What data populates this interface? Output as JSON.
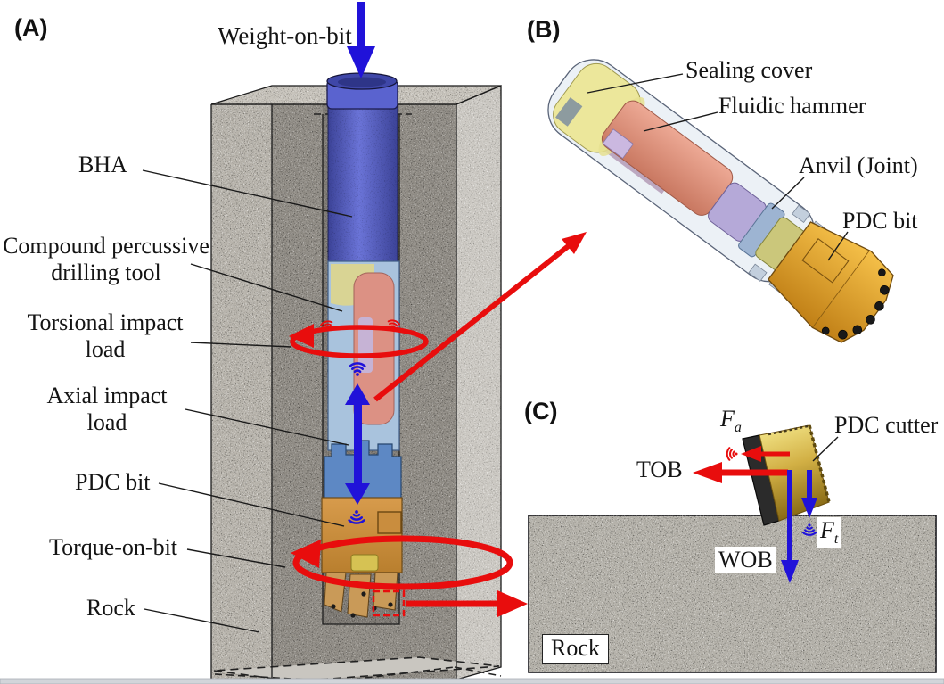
{
  "panel_a": {
    "letter": "(A)",
    "weight_on_bit": "Weight-on-bit",
    "bha": "BHA",
    "compound_line1": "Compound percussive",
    "compound_line2": "drilling tool",
    "torsional_line1": "Torsional impact",
    "torsional_line2": "load",
    "axial_line1": "Axial impact",
    "axial_line2": "load",
    "pdc_bit": "PDC bit",
    "torque_on_bit": "Torque-on-bit",
    "rock": "Rock"
  },
  "panel_b": {
    "letter": "(B)",
    "sealing_cover": "Sealing cover",
    "fluidic_hammer": "Fluidic hammer",
    "anvil_joint": "Anvil (Joint)",
    "pdc_bit": "PDC bit"
  },
  "panel_c": {
    "letter": "(C)",
    "fa_base": "F",
    "fa_sub": "a",
    "pdc_cutter": "PDC cutter",
    "tob": "TOB",
    "wob": "WOB",
    "ft_base": "F",
    "ft_sub": "t",
    "rock": "Rock"
  },
  "colors": {
    "arrow_red": "#e80d0d",
    "arrow_blue": "#2012d9",
    "bha_blue": "#5058b8",
    "cap_blue": "#5a63cf",
    "tool_body_blue": "#a9c3dd",
    "sealing_cover_yellow": "#ece79b",
    "fluidic_hammer_salmon": "#dc9184",
    "anvil_blue": "#5d88c4",
    "pdc_bit_gold": "#d0913f",
    "granite_gray": "#b7b3ab"
  }
}
